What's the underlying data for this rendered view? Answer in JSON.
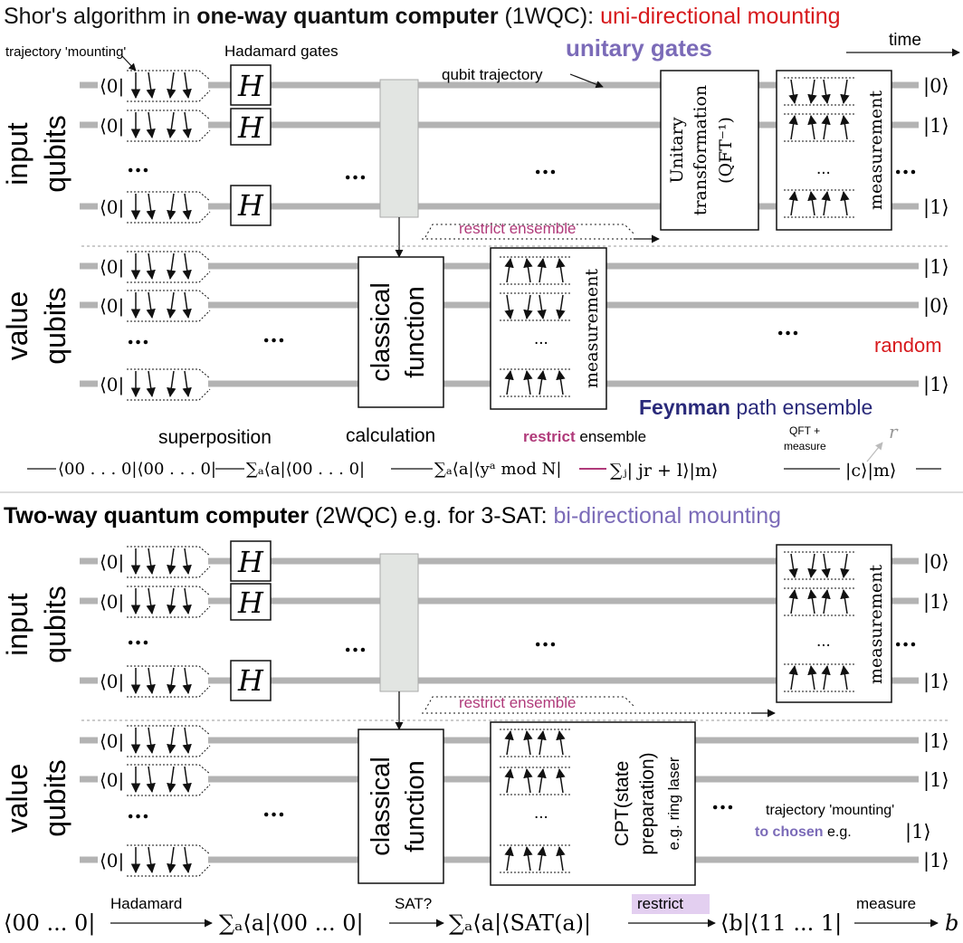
{
  "top": {
    "title_plain_1": "Shor's algorithm in ",
    "title_bold": "one-way quantum computer",
    "title_plain_2": " (1WQC): ",
    "title_red": "uni-directional mounting",
    "label_trajectory_mounting": "trajectory 'mounting'",
    "label_hadamard_gates": "Hadamard gates",
    "label_unitary_gates": "unitary gates",
    "label_time": "time",
    "label_qubit_trajectory": "qubit trajectory",
    "input_qubits_1": "input",
    "input_qubits_2": "qubits",
    "value_qubits_1": "value",
    "value_qubits_2": "qubits",
    "ket0": "⟨0|",
    "gate_h": "H",
    "ellipsis": "...",
    "unitary_box_1": "Unitary",
    "unitary_box_2": "transformation",
    "unitary_box_3": "(QFT⁻¹)",
    "measurement": "measurement",
    "restrict_ensemble": "restrict ensemble",
    "classical_1": "classical",
    "classical_2": "function",
    "outputs_input": [
      "|0⟩",
      "|1⟩",
      "|1⟩"
    ],
    "outputs_value": [
      "|1⟩",
      "|0⟩",
      "|1⟩"
    ],
    "random": "random",
    "feynman_bold": "Feynman",
    "feynman_rest": " path ensemble",
    "step_superposition": "superposition",
    "step_calculation": "calculation",
    "restrict_bold": "restrict",
    "restrict_rest": " ensemble",
    "qft_measure_1": "QFT +",
    "qft_measure_2": "measure",
    "r_label": "r",
    "formula_1": "⟨00 . . . 0|⟨00 . . . 0|",
    "formula_2": "∑ₐ⟨a|⟨00 . . . 0|",
    "formula_3": "∑ₐ⟨a|⟨yᵃ  mod  N|",
    "formula_4": "∑ⱼ| jr + l⟩|m⟩",
    "formula_5": "|c⟩|m⟩"
  },
  "bottom": {
    "title_bold": "Two-way quantum computer",
    "title_plain": " (2WQC) e.g. for 3-SAT: ",
    "title_purple": "bi-directional mounting",
    "input_qubits_1": "input",
    "input_qubits_2": "qubits",
    "value_qubits_1": "value",
    "value_qubits_2": "qubits",
    "ket0": "⟨0|",
    "gate_h": "H",
    "ellipsis": "...",
    "measurement": "measurement",
    "restrict_ensemble": "restrict ensemble",
    "classical_1": "classical",
    "classical_2": "function",
    "cpt_1": "CPT(state",
    "cpt_2": "preparation)",
    "cpt_3": "e.g. ring laser",
    "outputs_input": [
      "|0⟩",
      "|1⟩",
      "|1⟩"
    ],
    "outputs_value": [
      "|1⟩",
      "|1⟩",
      "|1⟩"
    ],
    "mounting_1": "trajectory 'mounting'",
    "mounting_bold": "to chosen",
    "mounting_eg": " e.g.",
    "mounting_ket": "|1⟩",
    "eq_1": "⟨00 ... 0|",
    "eq_arrow_1": "Hadamard",
    "eq_2": "∑ₐ⟨a|⟨00 ... 0|",
    "eq_arrow_2": "SAT?",
    "eq_3": "∑ₐ⟨a|⟨SAT(a)|",
    "eq_arrow_3": "restrict",
    "eq_4": "⟨b|⟨11 ... 1|",
    "eq_arrow_4": "measure",
    "eq_5": "b"
  },
  "colors": {
    "red": "#d7191c",
    "purple": "#7b6bb8",
    "navy": "#2a2a7a",
    "magenta": "#b03a7a",
    "wire": "#b3b3b3",
    "tube": "#e2e5e2",
    "highlight": "#e3cff0"
  }
}
